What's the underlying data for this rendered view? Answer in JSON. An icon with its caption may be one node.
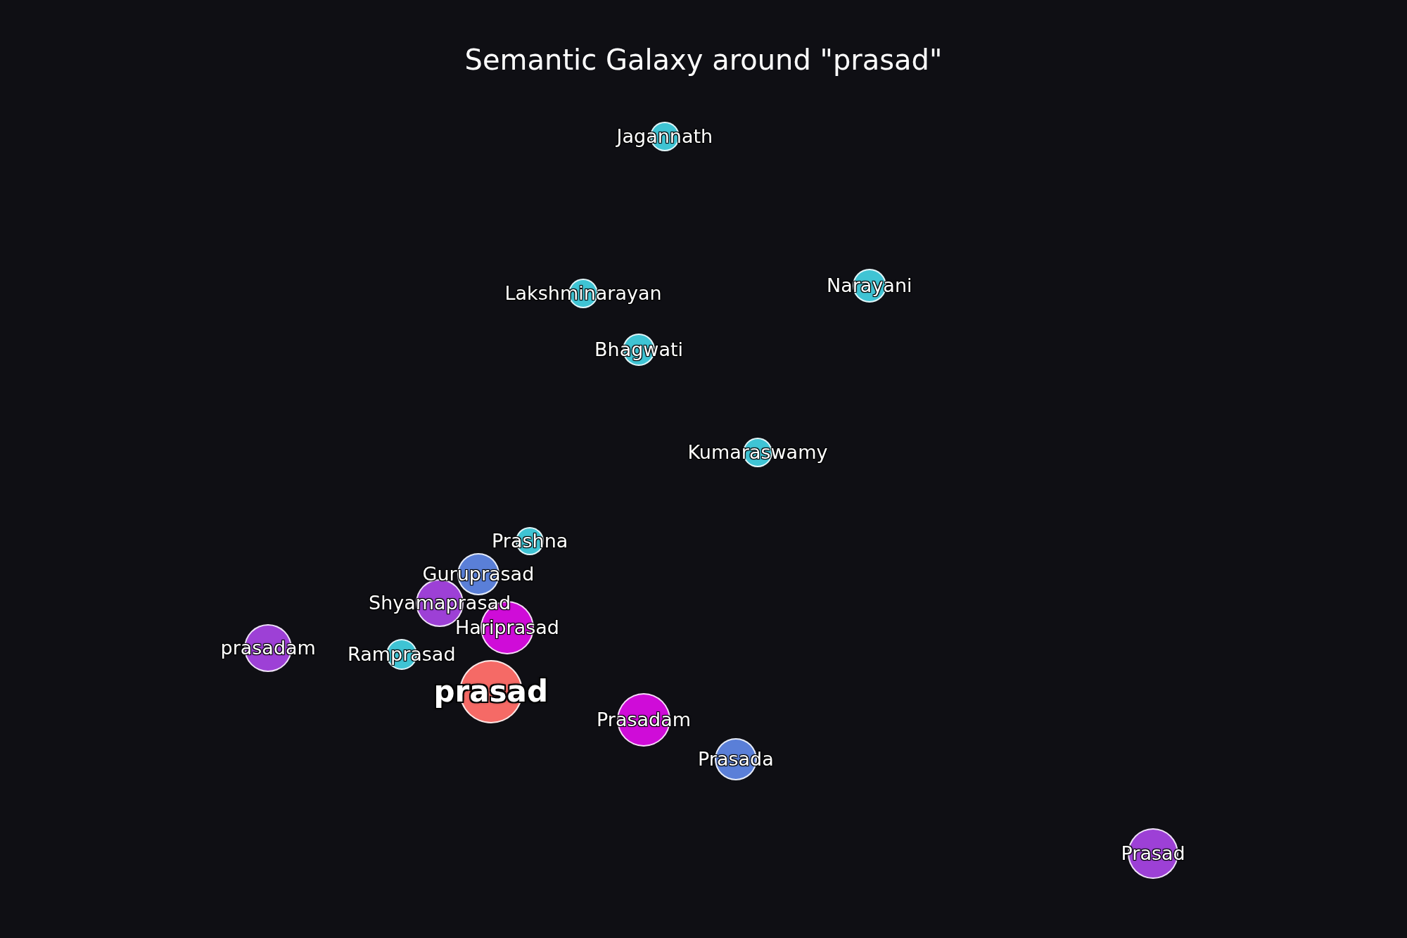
{
  "diagram": {
    "title": "Semantic Galaxy around \"prasad\"",
    "nodes": [
      {
        "text": [
          "Jagannath"
        ]
      },
      {
        "text": [
          "Narayani"
        ]
      },
      {
        "text": [
          "Lakshminarayan"
        ]
      },
      {
        "text": [
          "Bhagwati"
        ]
      },
      {
        "text": [
          "Kumaraswamy"
        ]
      },
      {
        "text": [
          "Prashna"
        ]
      },
      {
        "text": [
          "Guruprasad"
        ]
      },
      {
        "text": [
          "Shyamaprasad"
        ]
      },
      {
        "text": [
          "Hariprasad"
        ]
      },
      {
        "text": [
          "prasadam"
        ]
      },
      {
        "text": [
          "Ramprasad"
        ]
      },
      {
        "text": [
          "prasad"
        ]
      },
      {
        "text": [
          "Prasadam"
        ]
      },
      {
        "text": [
          "Prasada"
        ]
      },
      {
        "text": [
          "Prasad"
        ]
      }
    ],
    "edges": []
  }
}
